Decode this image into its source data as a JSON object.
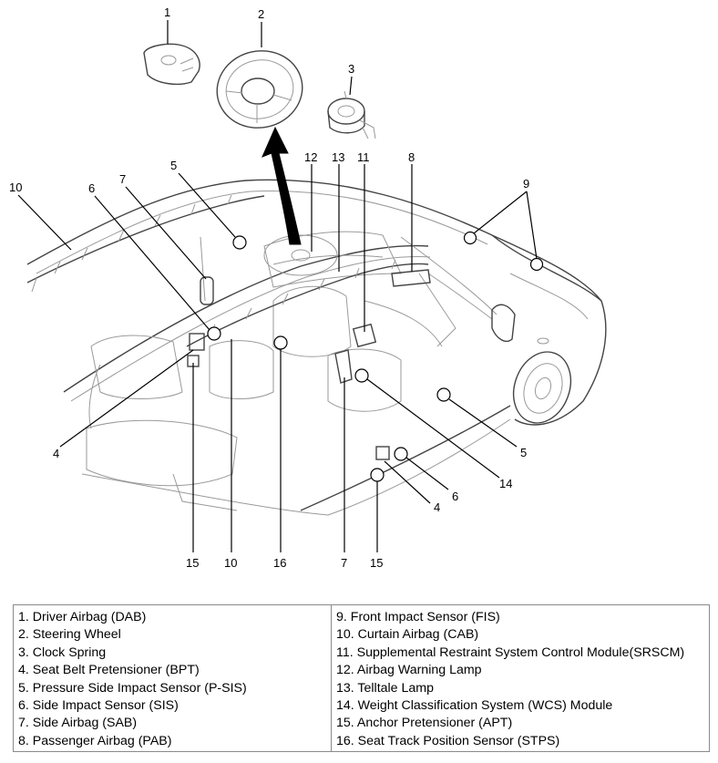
{
  "callouts": [
    {
      "num": "1"
    },
    {
      "num": "2"
    },
    {
      "num": "3"
    },
    {
      "num": "5"
    },
    {
      "num": "10"
    },
    {
      "num": "6"
    },
    {
      "num": "7"
    },
    {
      "num": "12"
    },
    {
      "num": "13"
    },
    {
      "num": "11"
    },
    {
      "num": "8"
    },
    {
      "num": "9"
    },
    {
      "num": "4"
    },
    {
      "num": "15"
    },
    {
      "num": "10"
    },
    {
      "num": "16"
    },
    {
      "num": "7"
    },
    {
      "num": "15"
    },
    {
      "num": "5"
    },
    {
      "num": "14"
    },
    {
      "num": "6"
    },
    {
      "num": "4"
    }
  ],
  "legend": {
    "left": [
      "1. Driver Airbag (DAB)",
      "2. Steering Wheel",
      "3. Clock Spring",
      "4. Seat Belt Pretensioner (BPT)",
      "5. Pressure Side Impact Sensor (P-SIS)",
      "6. Side Impact Sensor (SIS)",
      "7. Side Airbag (SAB)",
      "8. Passenger Airbag (PAB)"
    ],
    "right": [
      "9. Front Impact Sensor (FIS)",
      "10. Curtain Airbag (CAB)",
      "11. Supplemental Restraint System Control Module(SRSCM)",
      "12. Airbag Warning Lamp",
      "13. Telltale Lamp",
      "14. Weight Classification System (WCS) Module",
      "15. Anchor Pretensioner (APT)",
      "16. Seat Track Position Sensor (STPS)"
    ]
  }
}
